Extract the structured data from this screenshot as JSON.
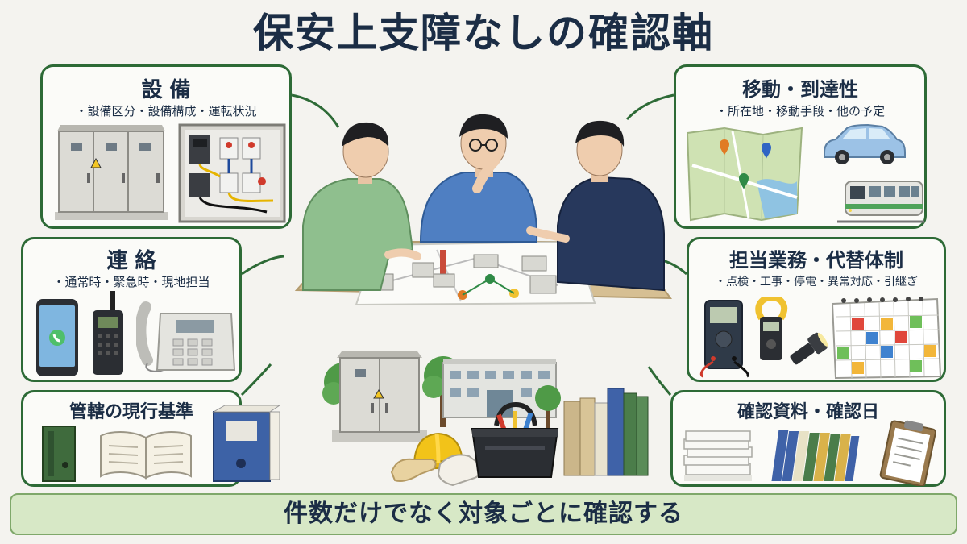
{
  "title": "保安上支障なしの確認軸",
  "panels": {
    "equipment": {
      "title": "設 備",
      "items": "・設備区分・設備構成・運転状況"
    },
    "contact": {
      "title": "連 絡",
      "items": "・通常時・緊急時・現地担当"
    },
    "standards": {
      "title": "管轄の現行基準"
    },
    "mobility": {
      "title": "移動・到達性",
      "items": "・所在地・移動手段・他の予定"
    },
    "duties": {
      "title": "担当業務・代替体制",
      "items": "・点検・工事・停電・異常対応・引継ぎ"
    },
    "records": {
      "title": "確認資料・確認日"
    }
  },
  "footer": "件数だけでなく対象ごとに確認する",
  "colors": {
    "panel_border": "#2d6a36",
    "title_text": "#1b2d45",
    "footer_bg": "#d7e8c6"
  },
  "icons": [
    "cubicle-substation-icon",
    "switchgear-panel-icon",
    "smartphone-icon",
    "walkie-talkie-icon",
    "desk-phone-icon",
    "binder-icon",
    "open-book-icon",
    "map-icon",
    "car-icon",
    "train-icon",
    "multimeter-icon",
    "clamp-meter-icon",
    "flashlight-icon",
    "calendar-icon",
    "document-stack-icon",
    "file-binders-icon",
    "clipboard-icon",
    "hard-hat-icon",
    "work-gloves-icon",
    "tool-bag-icon",
    "building-icon",
    "tree-icon",
    "meeting-people-icon"
  ]
}
